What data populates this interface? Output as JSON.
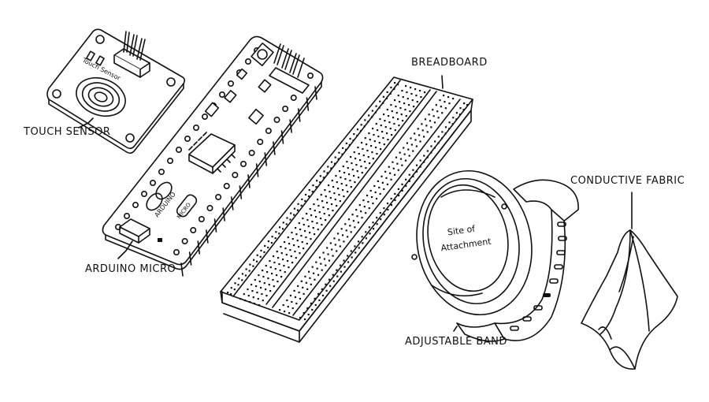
{
  "labels": {
    "touch_sensor": "Touch Sensor",
    "arduino_micro": "Arduino Micro",
    "breadboard": "Breadboard",
    "adjustable_band": "Adjustable Band",
    "conductive_fabric": "Conductive Fabric",
    "site_of_attachment_line1": "Site of",
    "site_of_attachment_line2": "Attachment"
  },
  "printed_marks": {
    "touch_sensor_silkscreen": "Touch Sensor",
    "arduino_logo_text": "ARDUINO",
    "arduino_model_text": "MICRO"
  }
}
